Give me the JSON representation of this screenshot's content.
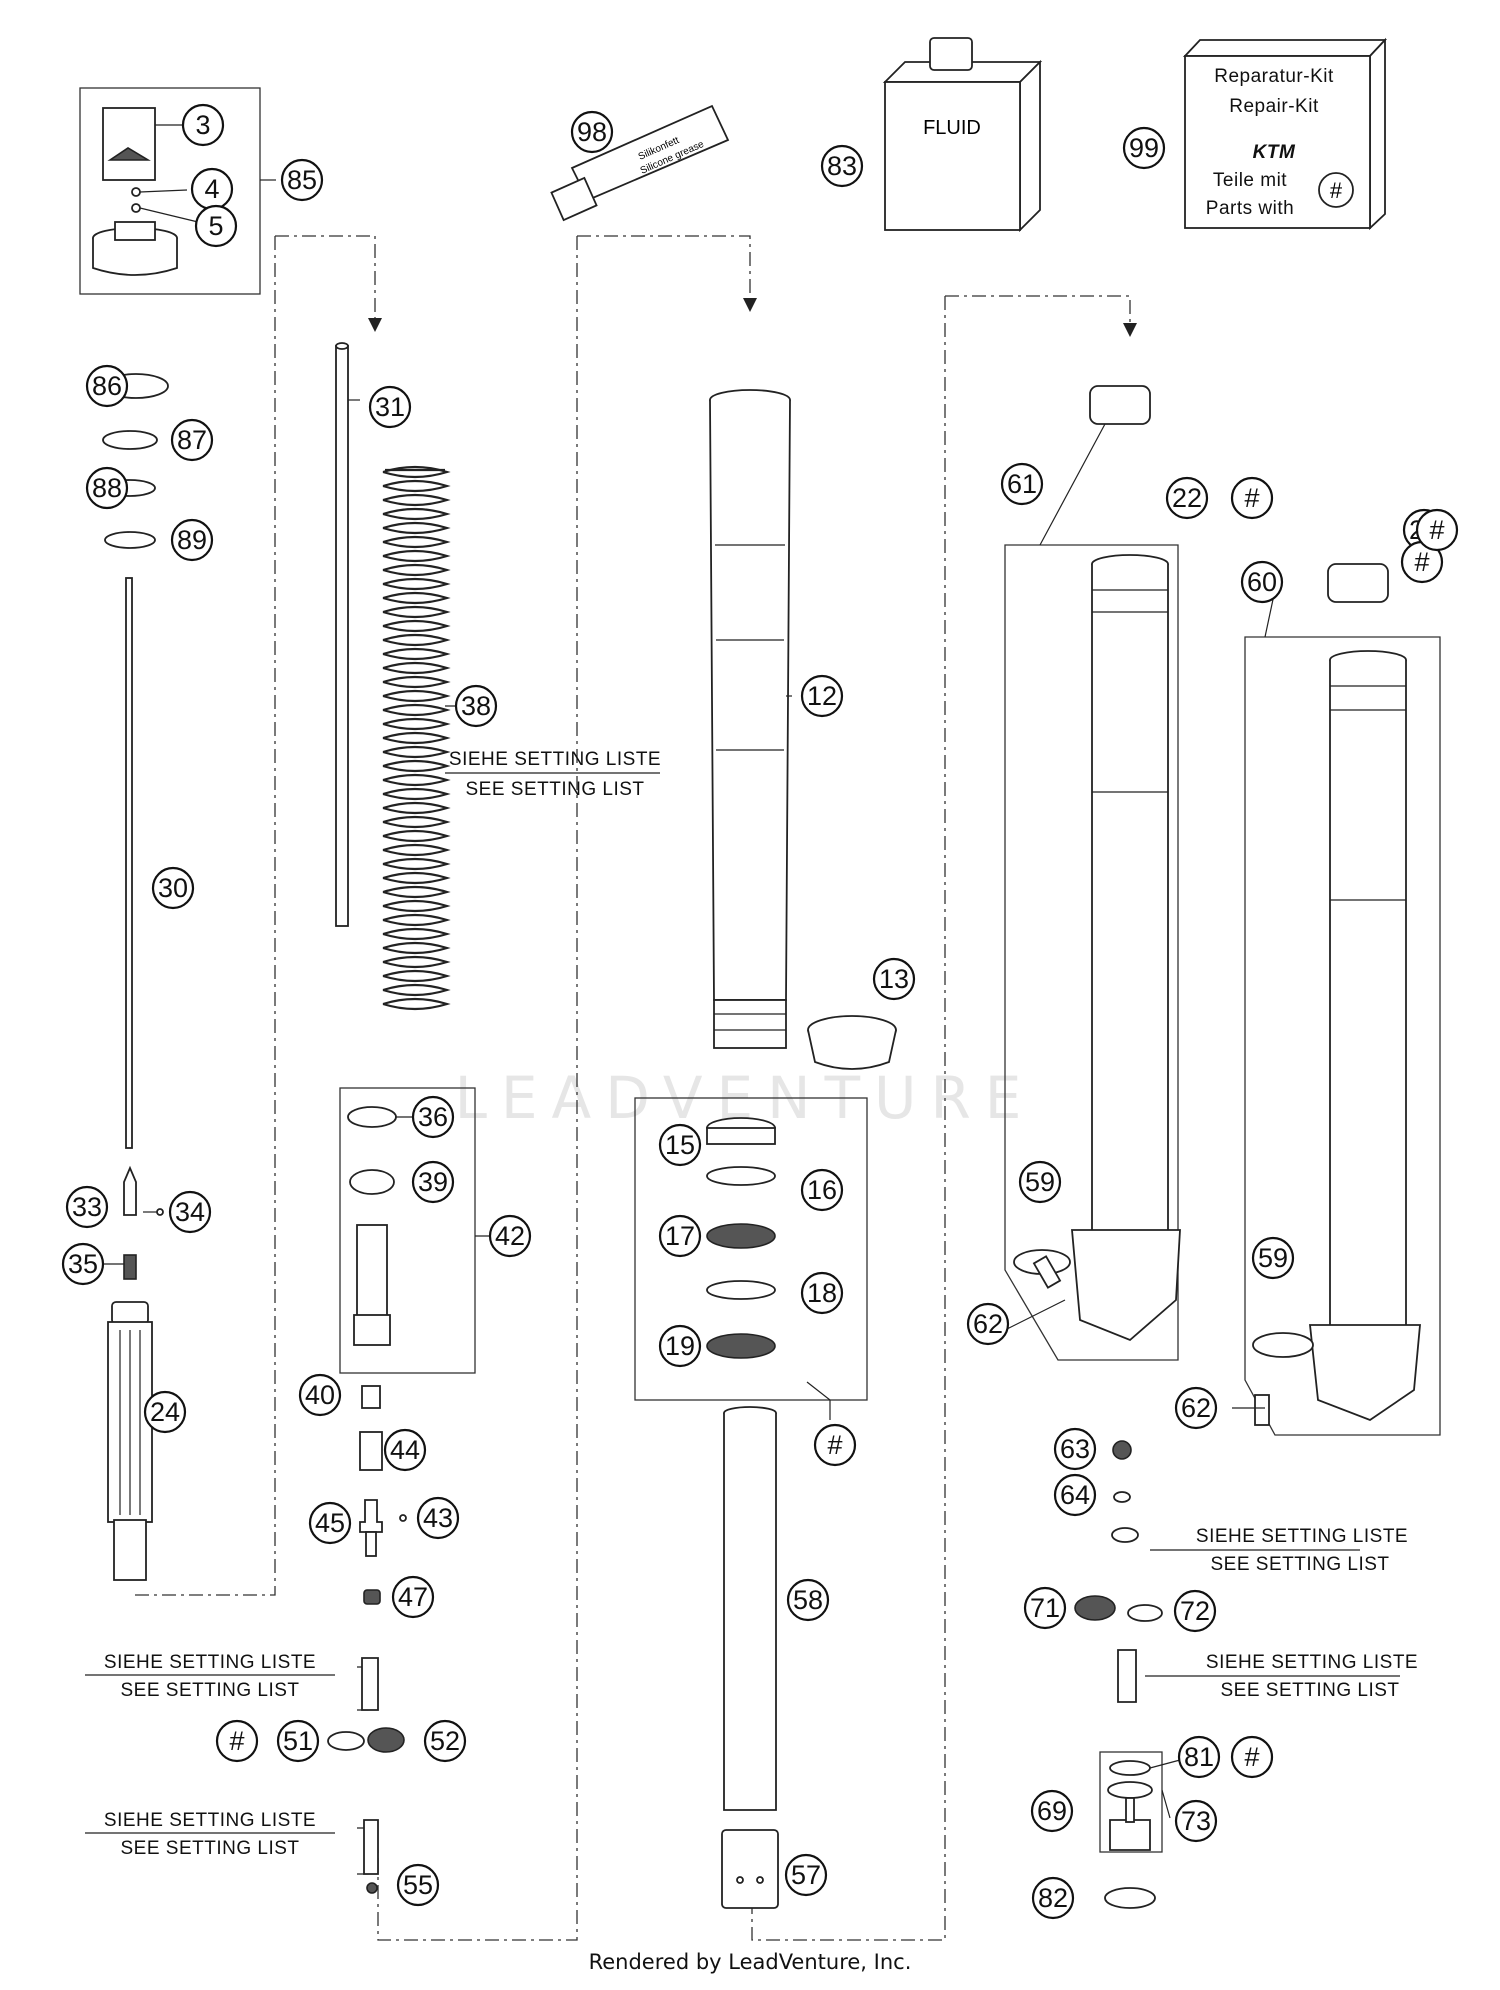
{
  "watermark": "LEADVENTURE",
  "footer": "Rendered by LeadVenture, Inc.",
  "fluid_label": "FLUID",
  "tube_label": [
    "Silikonfett",
    "Silicone grease"
  ],
  "kit_box": {
    "line1": "Reparatur-Kit",
    "line2": "Repair-Kit",
    "logo": "KTM",
    "line3": "Teile mit",
    "line4": "Parts with",
    "mark": "#"
  },
  "setting_note": {
    "line1": "SIEHE SETTING LISTE",
    "line2": "SEE SETTING LIST"
  },
  "part_numbers": [
    "3",
    "4",
    "5",
    "85",
    "98",
    "83",
    "99",
    "86",
    "87",
    "88",
    "89",
    "31",
    "38",
    "30",
    "12",
    "13",
    "61",
    "22",
    "60",
    "36",
    "39",
    "42",
    "15",
    "16",
    "17",
    "18",
    "19",
    "59",
    "33",
    "34",
    "35",
    "24",
    "40",
    "44",
    "45",
    "43",
    "47",
    "62",
    "63",
    "64",
    "71",
    "72",
    "51",
    "52",
    "58",
    "81",
    "69",
    "73",
    "55",
    "57",
    "82",
    "#"
  ]
}
